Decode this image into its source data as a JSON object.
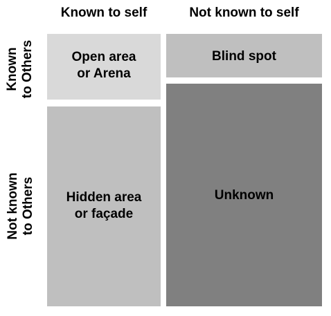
{
  "columns": {
    "known_to_self": "Known to self",
    "not_known_to_self": "Not known to self"
  },
  "rows": {
    "known_to_others": [
      "Known",
      "to Others"
    ],
    "not_known_to_others": [
      "Not known",
      "to Others"
    ]
  },
  "panes": {
    "open": [
      "Open area",
      "or Arena"
    ],
    "blind": [
      "Blind spot"
    ],
    "hidden": [
      "Hidden area",
      "or façade"
    ],
    "unknown": [
      "Unknown"
    ]
  },
  "colors": {
    "open": "#d9d9d9",
    "blind": "#bfbfbf",
    "hidden": "#bfbfbf",
    "unknown": "#808080"
  }
}
